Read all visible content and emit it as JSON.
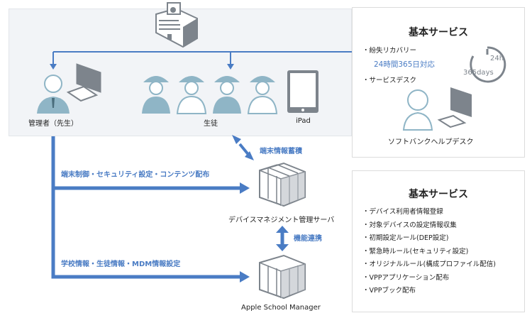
{
  "school_area": {
    "admin_label": "管理者（先生）",
    "students_label": "生徒",
    "ipad_label": "iPad"
  },
  "flows": {
    "device_info": "端末情報蓄積",
    "control": "端末制御・セキュリティ設定・コンテンツ配布",
    "school_info": "学校情報・生徒情報・MDM情報設定",
    "integration": "機能連携"
  },
  "servers": {
    "mdm_label": "デバイスマネジメント管理サーバ",
    "asm_label": "Apple School Manager"
  },
  "panel_support": {
    "title": "基本サービス",
    "item1": "紛失リカバリー",
    "item1_sub": "24時間365日対応",
    "item2": "サービスデスク",
    "clock_24": "24h",
    "clock_365": "365days",
    "desk_label": "ソフトバンクヘルプデスク"
  },
  "panel_mdm": {
    "title": "基本サービス",
    "items": [
      "デバイス利用者情報登録",
      "対象デバイスの設定情報収集",
      "初期設定ルール(DEP設定)",
      "緊急時ルール(セキュリティ設定)",
      "オリジナルルール(構成プロファイル配信)",
      "VPPアプリケーション配布",
      "VPPブック配布"
    ]
  },
  "colors": {
    "flow_blue": "#4a7cc4",
    "icon_teal": "#8fb5c6",
    "icon_gray": "#7d848c",
    "area_bg": "#f2f4f7"
  }
}
